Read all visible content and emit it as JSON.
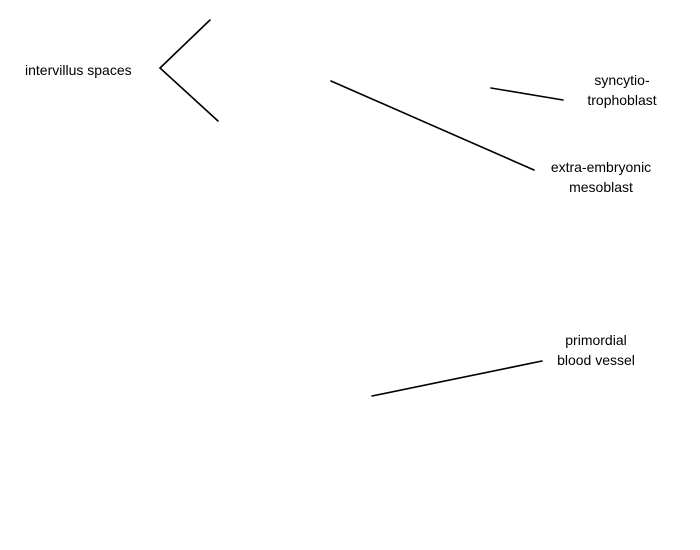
{
  "labels": {
    "intervillus_spaces": "intervillus spaces",
    "syncytiotrophoblast": [
      "syncytio-",
      "trophoblast"
    ],
    "extra_embryonic_mesoblast": [
      "extra-embryonic",
      "mesoblast"
    ],
    "primordial_blood_vessel": [
      "primordial",
      "blood vessel"
    ]
  },
  "colors": {
    "line": "#000000",
    "text": "#000000",
    "background": "#ffffff"
  }
}
